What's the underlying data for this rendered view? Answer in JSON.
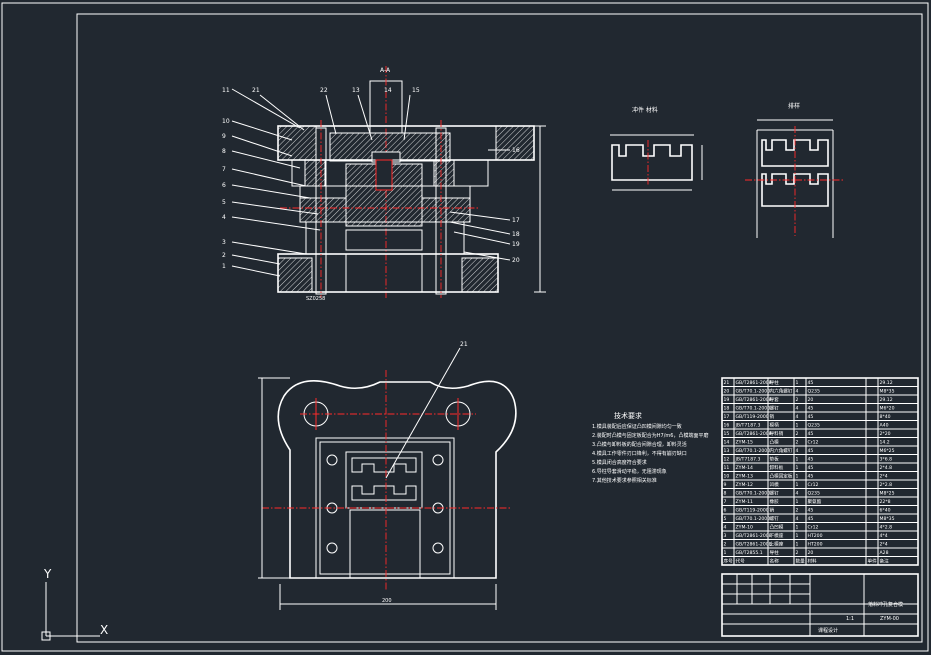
{
  "drawing": {
    "top_label": "A-A",
    "section_labels": {
      "left": "21",
      "left2": "22",
      "left3": "13",
      "left4": "14",
      "left5": "15"
    },
    "left_callouts": [
      "11",
      "10",
      "9",
      "8",
      "7",
      "6",
      "5",
      "4",
      "3",
      "2",
      "1"
    ],
    "right_callouts": [
      "16",
      "17",
      "18",
      "19",
      "20"
    ],
    "top_callouts": [
      "21",
      "22",
      "13",
      "14",
      "15"
    ],
    "plan_callout": "21",
    "bottom_dim": "200",
    "section_dim": "SZ0258",
    "strip_label": "冲件 材料",
    "layout_label": "排样",
    "notes_title": "技术要求",
    "notes": [
      "1.模具装配后应保证凸凹模间隙均匀一致",
      "2.装配时凸模与固定板配合为H7/m6，凸模端面平磨",
      "3.凸模与卸料板的配合间隙合理，卸料灵活",
      "4.模具工作零件刃口锋利，不得有崩刃缺口",
      "5.模具闭合高度符合要求",
      "6.导柱导套滑动平稳，无阻滞现象",
      "7.其他技术要求参照相关标准"
    ]
  },
  "bom": {
    "rows": [
      [
        "21",
        "GB/T2861-2008",
        "导柱",
        "1",
        "45",
        "",
        "29.12"
      ],
      [
        "20",
        "GB/T70.1-2000",
        "内六角螺钉",
        "4",
        "Q235",
        "",
        "M8*35"
      ],
      [
        "19",
        "GB/T2861-2008",
        "导套",
        "2",
        "20",
        "",
        "29.12"
      ],
      [
        "18",
        "GB/T70.1-2000",
        "螺钉",
        "4",
        "45",
        "",
        "M6*20"
      ],
      [
        "17",
        "GB/T119-2000",
        "销",
        "4",
        "45",
        "",
        "8*40"
      ],
      [
        "16",
        "JB/T7187.3",
        "模柄",
        "1",
        "Q235",
        "",
        "A40"
      ],
      [
        "15",
        "GB/T2861-2008",
        "导料销",
        "2",
        "45",
        "",
        "2*20"
      ],
      [
        "14",
        "ZYM-15",
        "凸模",
        "2",
        "Cr12",
        "",
        "14.2"
      ],
      [
        "13",
        "GB/T70.1-2000",
        "内六角螺钉",
        "4",
        "45",
        "",
        "M6*25"
      ],
      [
        "12",
        "JB/T7187.3",
        "垫板",
        "1",
        "45",
        "",
        "3*6.8"
      ],
      [
        "11",
        "ZYM-14",
        "卸料板",
        "1",
        "45",
        "",
        "2*4.8"
      ],
      [
        "10",
        "ZYM-13",
        "凸模固定板",
        "1",
        "45",
        "",
        "2*4"
      ],
      [
        "9",
        "ZYM-12",
        "凹模",
        "1",
        "Cr12",
        "",
        "2*2.8"
      ],
      [
        "8",
        "GB/T70.1-2000",
        "螺钉",
        "4",
        "Q235",
        "",
        "M8*25"
      ],
      [
        "7",
        "ZYM-11",
        "橡胶",
        "1",
        "聚氨酯",
        "",
        "22*8"
      ],
      [
        "6",
        "GB/T119-2000",
        "销",
        "2",
        "45",
        "",
        "6*40"
      ],
      [
        "5",
        "GB/T70.1-2000",
        "螺钉",
        "4",
        "45",
        "",
        "M8*35"
      ],
      [
        "4",
        "ZYM-10",
        "凸凹模",
        "1",
        "Cr12",
        "",
        "4*2.8"
      ],
      [
        "3",
        "GB/T2861-2008",
        "下模座",
        "1",
        "HT200",
        "",
        "4*4"
      ],
      [
        "2",
        "GB/T2861-2008",
        "上模座",
        "1",
        "HT200",
        "",
        "2*4"
      ],
      [
        "1",
        "GB/T2855.1",
        "导柱",
        "2",
        "20",
        "",
        "A28"
      ]
    ],
    "header": [
      "序号",
      "代号",
      "名称",
      "数量",
      "材料",
      "单件",
      "备注"
    ]
  },
  "title_block": {
    "drawing_name": "落料冲孔复合模",
    "drawing_no": "ZYM-00",
    "scale": "1:1",
    "school": "课程设计"
  },
  "axis": {
    "y": "Y",
    "x": "X"
  }
}
